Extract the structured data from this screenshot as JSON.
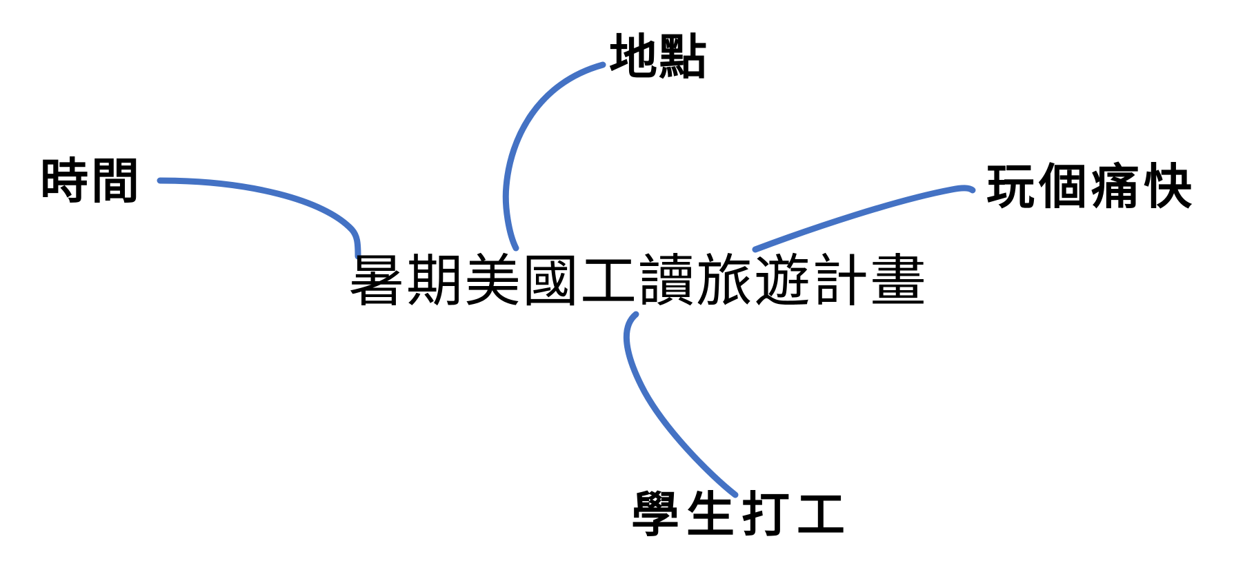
{
  "diagram": {
    "central_topic": "暑期美國工讀旅遊計畫",
    "branches": [
      {
        "id": "time",
        "label": "時間"
      },
      {
        "id": "place",
        "label": "地點"
      },
      {
        "id": "fun",
        "label": "玩個痛快"
      },
      {
        "id": "work",
        "label": "學生打工"
      }
    ],
    "connector_color": "#4472C4"
  }
}
